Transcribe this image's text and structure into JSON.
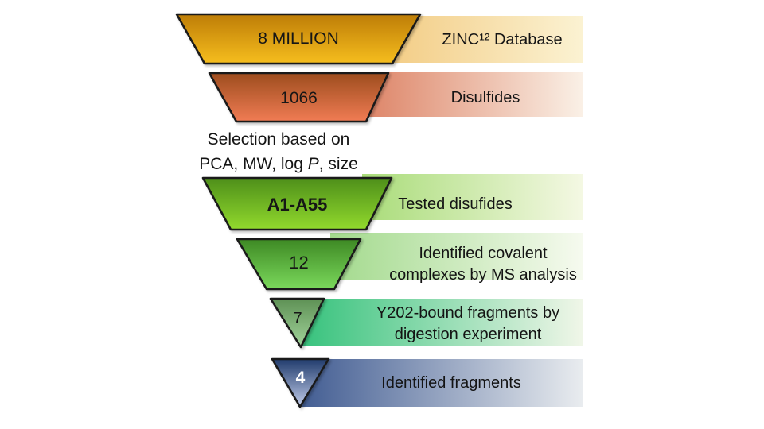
{
  "funnel": {
    "stages": [
      {
        "count": "8 MILLION",
        "label_line1": "ZINC¹² Database",
        "label_line2": "",
        "shape_top": "#BE7D07",
        "shape_bottom": "#F6BE1E",
        "bar_left": "#F3CD86",
        "bar_right": "#FBF2D2"
      },
      {
        "count": "1066",
        "label_line1": "Disulfides",
        "label_line2": "",
        "shape_top": "#9D4D1E",
        "shape_bottom": "#F17C54",
        "bar_left": "#DD8366",
        "bar_right": "#FAF0E6"
      },
      {
        "count": "A1-A55",
        "label_line1": "Tested disufides",
        "label_line2": "",
        "shape_top": "#4E8F1A",
        "shape_bottom": "#92DA2D",
        "bar_left": "#A9DC79",
        "bar_right": "#F4F8E3"
      },
      {
        "count": "12",
        "label_line1": "Identified covalent",
        "label_line2": "complexes by MS analysis",
        "shape_top": "#3E8924",
        "shape_bottom": "#7BD95C",
        "bar_left": "#A3DA8D",
        "bar_right": "#F6FAEF"
      },
      {
        "count": "7",
        "label_line1": "Y202-bound fragments by",
        "label_line2": "digestion experiment",
        "shape_top": "#5E9155",
        "shape_bottom": "#A3D49C",
        "bar_left": "#35C27C",
        "bar_right": "#F0F6E8"
      },
      {
        "count": "4",
        "label_line1": "Identified fragments",
        "label_line2": "",
        "shape_top": "#203B6C",
        "shape_bottom": "#C2CDEB",
        "bar_left": "#415C92",
        "bar_right": "#E9ECEF"
      }
    ],
    "annotation": {
      "line1": "Selection based on",
      "line2_prefix": "PCA, MW, log ",
      "line2_italic": "P",
      "line2_suffix": ", size"
    }
  }
}
